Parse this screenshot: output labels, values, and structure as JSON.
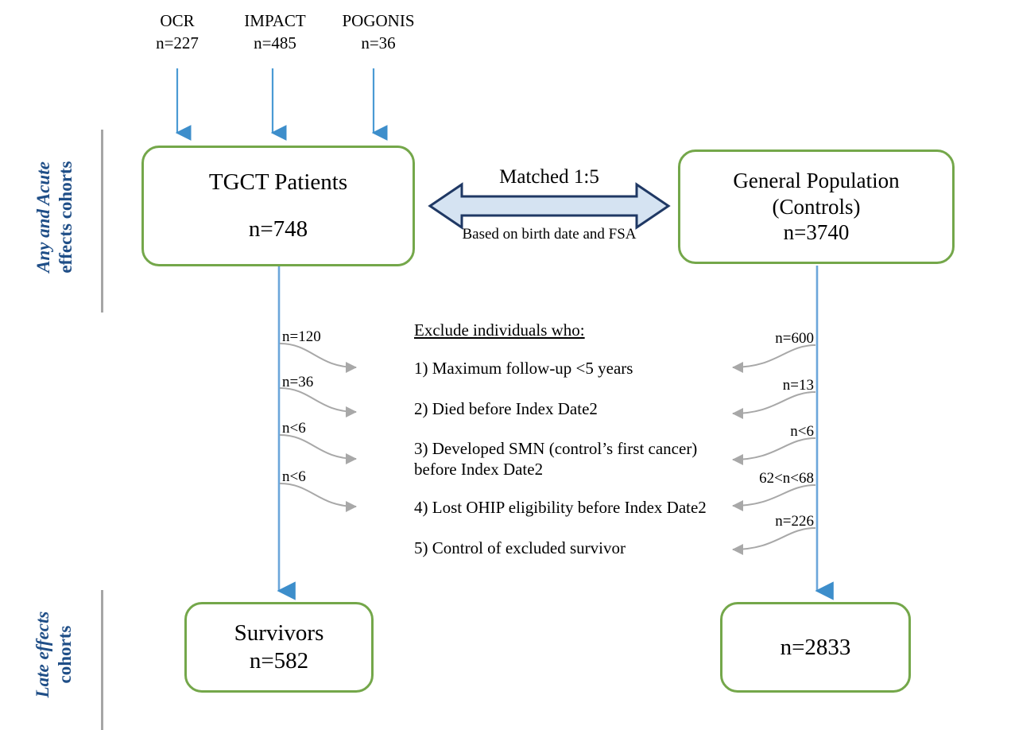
{
  "figure": {
    "type": "flow-diagram",
    "title": "TGCT survivor and matched control cohort derivation flow diagram"
  },
  "colors": {
    "box_border_green": "#74a74a",
    "connector_blue": "#5b9bd5",
    "side_label_navy": "#1f4e87",
    "gray_bar": "#a6a6a6",
    "curved_arrow_gray": "#a0a0a0",
    "matched_arrow_fill": "#d5e3f2",
    "matched_arrow_stroke": "#1f3864",
    "text_black": "#000000"
  },
  "sources": [
    {
      "name": "OCR",
      "n": "n=227"
    },
    {
      "name": "IMPACT",
      "n": "n=485"
    },
    {
      "name": "POGONIS",
      "n": "n=36"
    }
  ],
  "cohort_labels": {
    "top": {
      "italic": "Any and Acute",
      "regular": "effects cohorts"
    },
    "bottom": {
      "italic": "Late effects",
      "regular": "cohorts"
    }
  },
  "boxes": {
    "tgct": {
      "title": "TGCT Patients",
      "n": "n=748"
    },
    "controls": {
      "title_line1": "General Population",
      "title_line2": "(Controls)",
      "n": "n=3740"
    },
    "survivors": {
      "title": "Survivors",
      "n": "n=582"
    },
    "controls_final": {
      "title": "",
      "n": "n=2833"
    }
  },
  "matching": {
    "top_label": "Matched 1:5",
    "bottom_label": "Based on birth date and FSA"
  },
  "exclusions": {
    "heading": "Exclude individuals who:",
    "items": [
      {
        "index": "1)",
        "text": "1) Maximum follow-up <5 years"
      },
      {
        "index": "2)",
        "text": "2) Died before Index Date2"
      },
      {
        "index": "3)",
        "line1": "3) Developed SMN (control’s first cancer)",
        "line2": "before Index Date2"
      },
      {
        "index": "4)",
        "text": "4) Lost OHIP eligibility before Index Date2"
      },
      {
        "index": "5)",
        "text": "5) Control of excluded survivor"
      }
    ]
  },
  "exclusion_counts": {
    "patients": [
      {
        "label": "n=120",
        "reason": "1) Maximum follow-up <5 years"
      },
      {
        "label": "n=36",
        "reason": "2) Died before Index Date2"
      },
      {
        "label": "n<6",
        "reason": "3) Developed SMN before Index Date2"
      },
      {
        "label": "n<6",
        "reason": "4) Lost OHIP eligibility before Index Date2"
      }
    ],
    "controls": [
      {
        "label": "n=600",
        "reason": "1) Maximum follow-up <5 years"
      },
      {
        "label": "n=13",
        "reason": "2) Died before Index Date2"
      },
      {
        "label": "n<6",
        "reason": "3) Developed SMN before Index Date2"
      },
      {
        "label": "62<n<68",
        "reason": "4) Lost OHIP eligibility before Index Date2"
      },
      {
        "label": "n=226",
        "reason": "5) Control of excluded survivor"
      }
    ]
  }
}
